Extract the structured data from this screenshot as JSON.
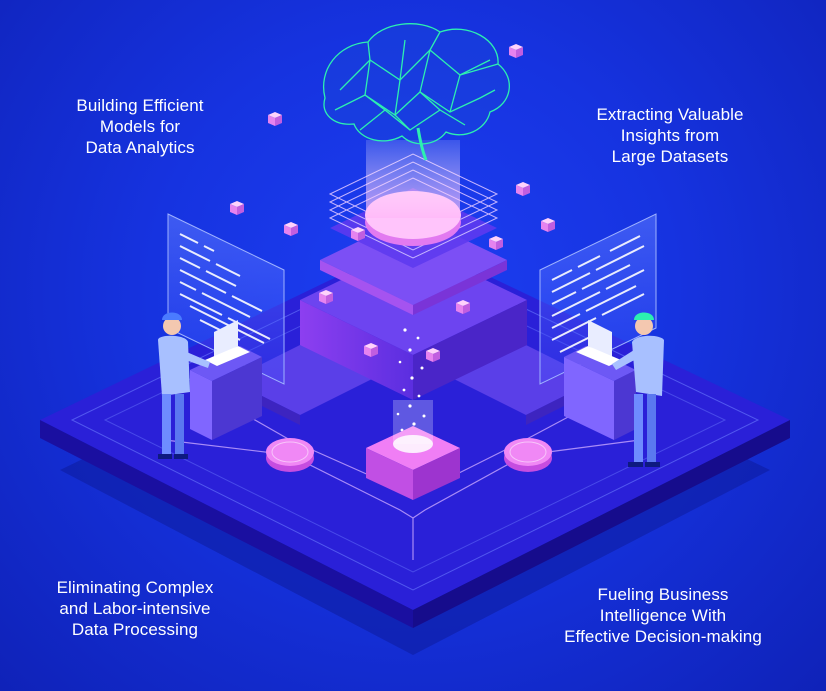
{
  "captions": {
    "top_left": "Building Efficient\nModels for\nData Analytics",
    "top_right": "Extracting Valuable\nInsights from\nLarge Datasets",
    "bottom_left": "Eliminating Complex\nand Labor-intensive\nData Processing",
    "bottom_right": "Fueling Business\nIntelligence  With\nEffective Decision-making"
  },
  "colors": {
    "background": "#1633e0",
    "platform": "#2a1fd6",
    "platform_edge": "#1b10a8",
    "magenta": "#d75cf0",
    "pink_glow": "#ff8cf5",
    "brain": "#2cf0b0",
    "person_shirt": "#a8c0ff"
  },
  "icons": [
    "brain-icon",
    "laptop-icon",
    "person-icon",
    "cube-icon",
    "data-screen-icon"
  ]
}
